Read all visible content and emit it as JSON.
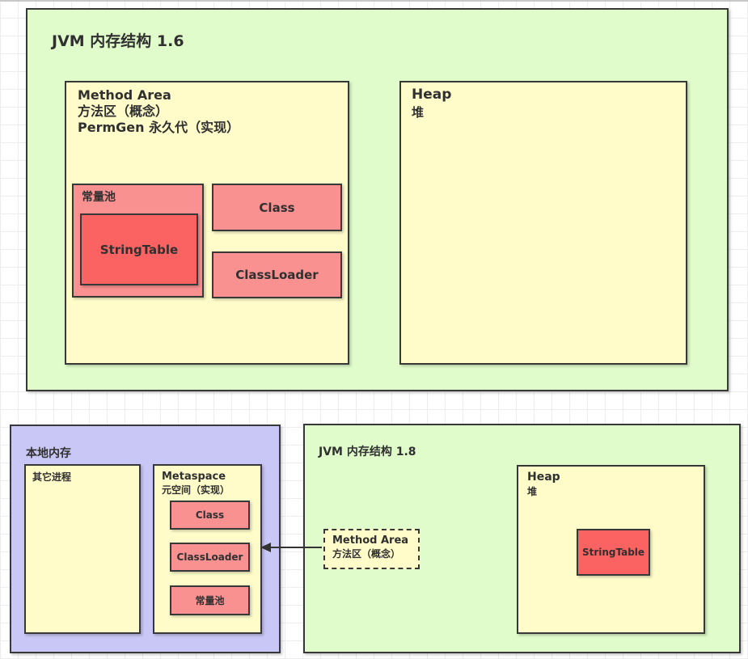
{
  "section_16": {
    "title": "JVM 内存结构 1.6",
    "method_area": {
      "line1": "Method Area",
      "line2": "方法区（概念）",
      "line3": "PermGen 永久代（实现）",
      "const_pool_label": "常量池",
      "string_table_label": "StringTable",
      "class_label": "Class",
      "classloader_label": "ClassLoader"
    },
    "heap": {
      "title": "Heap",
      "subtitle": "堆"
    }
  },
  "section_18": {
    "title": "JVM 内存结构 1.8",
    "native_memory": {
      "title": "本地内存",
      "other_process_label": "其它进程",
      "metaspace": {
        "title": "Metaspace",
        "subtitle": "元空间（实现）",
        "class_label": "Class",
        "classloader_label": "ClassLoader",
        "const_pool_label": "常量池"
      }
    },
    "method_area": {
      "line1": "Method Area",
      "line2": "方法区（概念）"
    },
    "heap": {
      "title": "Heap",
      "subtitle": "堆",
      "string_table_label": "StringTable"
    }
  },
  "colors": {
    "container_green": "#e0fccb",
    "region_yellow": "#fffcca",
    "block_pink": "#fa9191",
    "block_red": "#fb6262",
    "native_purple": "#c9c7f5",
    "border_dark": "#383838",
    "grid_line": "#ededed",
    "separator_gray": "#c8c8c8",
    "text": "#303030"
  }
}
